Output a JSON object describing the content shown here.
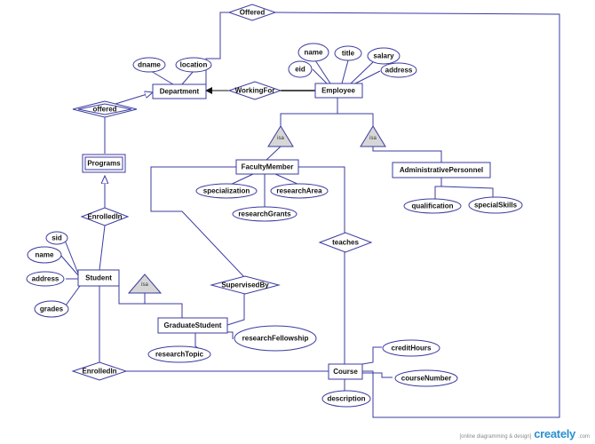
{
  "colors": {
    "stroke": "#3b3ba0",
    "ink": "#111111",
    "isa_fill": "#d6d6d6",
    "brand": "#2a8fd0"
  },
  "entities": {
    "department": "Department",
    "employee": "Employee",
    "programs": "Programs",
    "faculty_member": "FacultyMember",
    "administrative_personnel": "AdministrativePersonnel",
    "student": "Student",
    "graduate_student": "GraduateStudent",
    "course": "Course"
  },
  "relationships": {
    "offered_top": "Offered",
    "offered_programs": "offered",
    "working_for": "WorkingFor",
    "enrolled_in_programs": "EnrolledIn",
    "teaches": "teaches",
    "supervised_by": "SupervisedBy",
    "enrolled_in_course": "EnrolledIn"
  },
  "attributes": {
    "dname": "dname",
    "location": "location",
    "name_employee": "name",
    "title": "title",
    "salary": "salary",
    "eid": "eid",
    "address_employee": "address",
    "specialization": "specialization",
    "research_area": "researchArea",
    "research_grants": "researchGrants",
    "qualification": "qualification",
    "special_skills": "specialSkills",
    "sid": "sid",
    "name_student": "name",
    "address_student": "address",
    "grades": "grades",
    "research_fellowship": "researchFellowship",
    "research_topic": "researchTopic",
    "credit_hours": "creditHours",
    "course_number": "courseNumber",
    "description": "description"
  },
  "isa": {
    "employee_faculty": "isa",
    "employee_admin": "isa",
    "student_graduate": "isa"
  },
  "watermark": {
    "tagline": "[online diagramming & design]",
    "brand": "creately",
    "tld": ".com"
  }
}
